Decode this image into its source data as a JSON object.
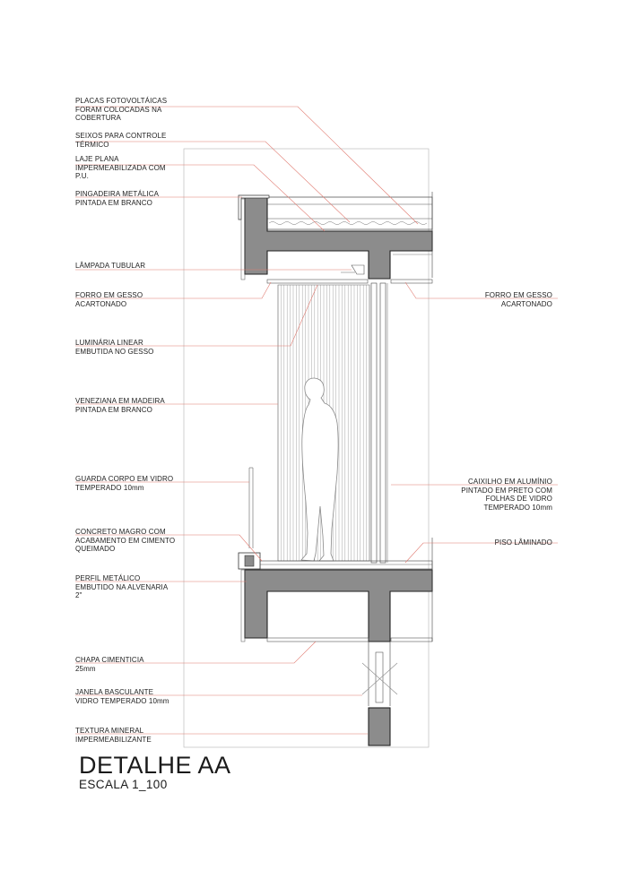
{
  "labels": {
    "placas": "PLACAS FOTOVOLTÁICAS\nFORAM COLOCADAS NA\nCOBERTURA",
    "seixos": "SEIXOS PARA CONTROLE\nTÉRMICO",
    "laje": "LAJE PLANA\nIMPERMEABILIZADA COM\nP.U.",
    "pingadeira": "PINGADEIRA METÁLICA\nPINTADA EM BRANCO",
    "lampada": "LÂMPADA TUBULAR",
    "forro_left": "FORRO EM GESSO\nACARTONADO",
    "luminaria": "LUMINÁRIA LINEAR\nEMBUTIDA NO GESSO",
    "veneziana": "VENEZIANA EM MADEIRA\nPINTADA EM BRANCO",
    "guarda": "GUARDA CORPO EM VIDRO\nTEMPERADO 10mm",
    "concreto": "CONCRETO MAGRO COM\nACABAMENTO EM CIMENTO\nQUEIMADO",
    "perfil": "PERFIL METÁLICO\nEMBUTIDO NA ALVENARIA\n2\"",
    "chapa": "CHAPA CIMENTICIA\n25mm",
    "janela": "JANELA BASCULANTE\nVIDRO TEMPERADO 10mm",
    "textura": "TEXTURA MINERAL\nIMPERMEABILIZANTE",
    "forro_right": "FORRO EM GESSO\nACARTONADO",
    "caixilho": "CAIXILHO EM ALUMÍNIO\nPINTADO EM PRETO COM\nFOLHAS DE VIDRO\nTEMPERADO 10mm",
    "piso": "PISO LÂMINADO"
  },
  "title": "DETALHE AA",
  "scale": "ESCALA 1_100",
  "colors": {
    "leader": "#e07a70",
    "concrete_fill": "#8c8c8c",
    "line": "#333333",
    "thin_line": "#9a9a9a"
  }
}
